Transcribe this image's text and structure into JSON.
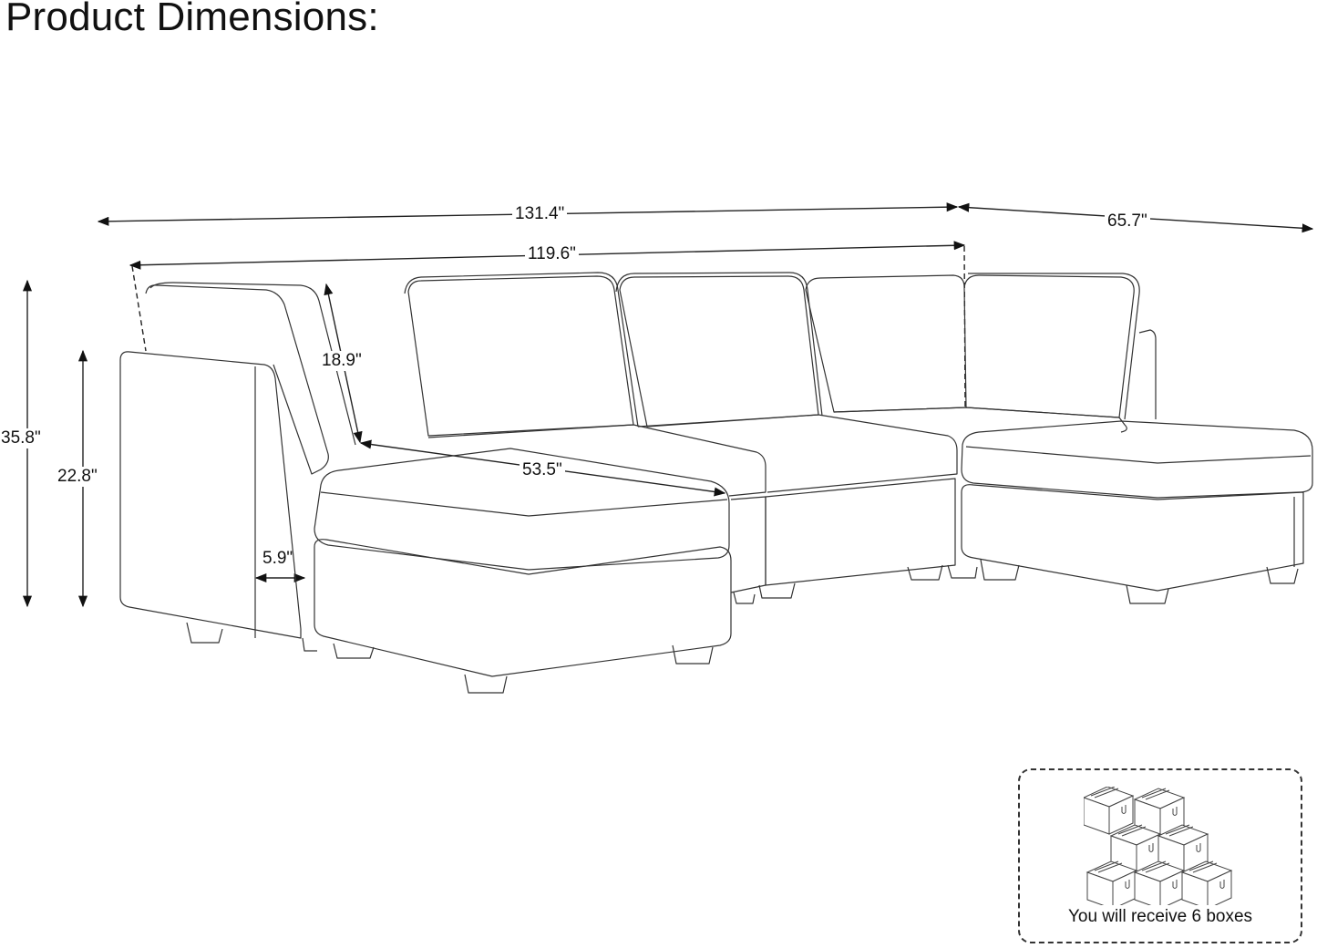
{
  "title": "Product Dimensions:",
  "dimensions": {
    "overall_width": "131.4\"",
    "back_width": "119.6\"",
    "chaise_depth": "65.7\"",
    "overall_height": "35.8\"",
    "arm_height": "22.8\"",
    "back_cushion_height": "18.9\"",
    "seat_depth": "53.5\"",
    "arm_width": "5.9\""
  },
  "boxes_note": {
    "caption": "You will receive 6 boxes",
    "box_count": 6
  },
  "colors": {
    "line": "#333333",
    "background": "#ffffff",
    "text": "#111111"
  }
}
